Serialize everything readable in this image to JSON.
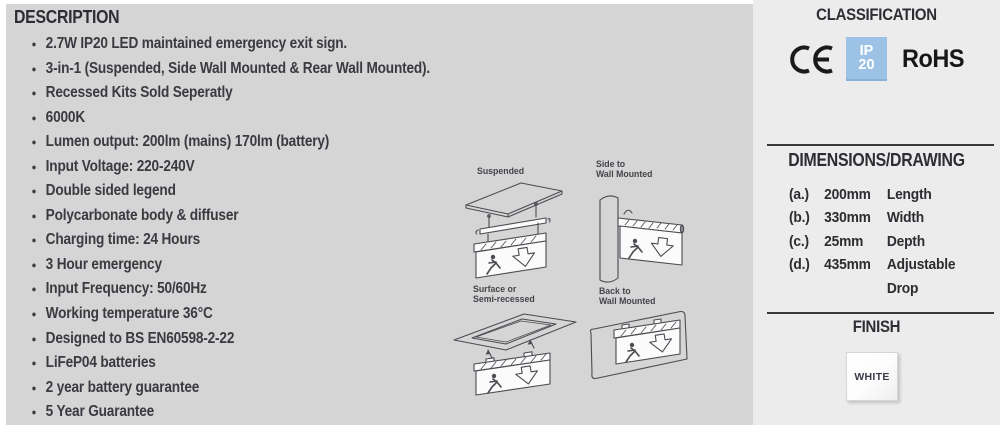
{
  "colors": {
    "left_panel_bg": "#d4d5d4",
    "right_panel_bg": "#ececec",
    "text": "#3a3a41",
    "heading_text": "#2d2d33",
    "ip_badge_bg": "#9cc3e6",
    "ip_badge_text": "#ffffff",
    "rule": "#38383c",
    "line_art": "#4b4b52"
  },
  "description": {
    "heading": "DESCRIPTION",
    "bullets": [
      "2.7W IP20 LED maintained emergency exit sign.",
      "3-in-1 (Suspended, Side Wall Mounted & Rear Wall Mounted).",
      "Recessed Kits Sold Seperatly",
      "6000K",
      "Lumen output: 200lm (mains) 170lm (battery)",
      "Input Voltage: 220-240V",
      "Double sided legend",
      "Polycarbonate body & diffuser",
      "Charging time: 24 Hours",
      "3 Hour emergency",
      "Input Frequency: 50/60Hz",
      "Working temperature 36°C",
      "Designed to BS EN60598-2-22",
      "LiFeP04 batteries",
      "2 year battery guarantee",
      "5 Year Guarantee"
    ]
  },
  "diagrams": [
    {
      "label_line1": "Suspended",
      "label_line2": ""
    },
    {
      "label_line1": "Side to",
      "label_line2": "Wall Mounted"
    },
    {
      "label_line1": "Surface or",
      "label_line2": "Semi-recessed"
    },
    {
      "label_line1": "Back to",
      "label_line2": "Wall Mounted"
    }
  ],
  "classification": {
    "heading": "CLASSIFICATION",
    "ce_mark": "CE",
    "ip_badge_line1": "IP",
    "ip_badge_line2": "20",
    "rohs_label": "RoHS"
  },
  "dimensions": {
    "heading": "DIMENSIONS/DRAWING",
    "rows": [
      {
        "key": "(a.)",
        "value": "200mm",
        "desc": "Length"
      },
      {
        "key": "(b.)",
        "value": "330mm",
        "desc": "Width"
      },
      {
        "key": "(c.)",
        "value": "25mm",
        "desc": "Depth"
      },
      {
        "key": "(d.)",
        "value": "435mm",
        "desc": "Adjustable Drop"
      }
    ]
  },
  "finish": {
    "heading": "FINISH",
    "swatch_label": "WHITE"
  }
}
